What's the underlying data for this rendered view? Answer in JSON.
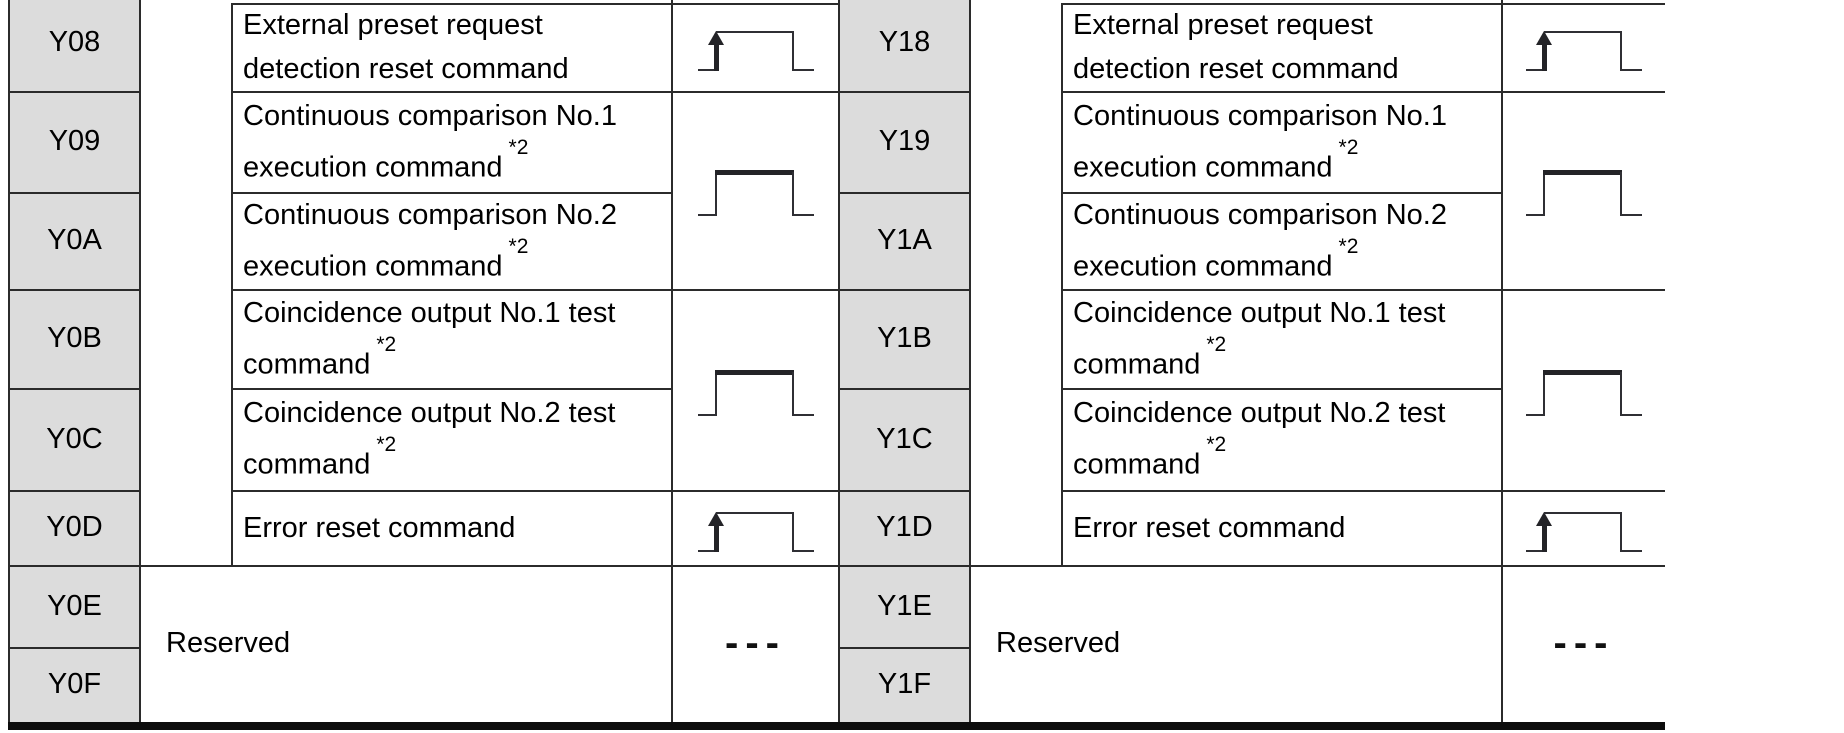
{
  "style": {
    "background": "#ffffff",
    "signal_cell_fill": "#dcdcdc",
    "grid_line_color": "#2b2b2b",
    "text_color": "#000000",
    "bottom_border_color": "#0d0d0d"
  },
  "tables": [
    {
      "id": "left",
      "signal_column": [
        "Y08",
        "Y09",
        "Y0A",
        "Y0B",
        "Y0C",
        "Y0D",
        "Y0E",
        "Y0F"
      ],
      "rows": [
        {
          "line1": "External preset request",
          "line2": "detection reset command",
          "note": "",
          "timing": "rising-edge-pulse"
        },
        {
          "line1": "Continuous comparison No.1",
          "line2": "execution command",
          "note": "*2",
          "timing": "level-pulse-shared"
        },
        {
          "line1": "Continuous comparison No.2",
          "line2": "execution command",
          "note": "*2",
          "timing": "level-pulse-shared"
        },
        {
          "line1": "Coincidence output No.1 test",
          "line2": "command",
          "note": "*2",
          "timing": "level-pulse-shared"
        },
        {
          "line1": "Coincidence output No.2 test",
          "line2": "command",
          "note": "*2",
          "timing": "level-pulse-shared"
        },
        {
          "line1": "Error reset command",
          "line2": "",
          "note": "",
          "timing": "rising-edge-pulse"
        }
      ],
      "reserved_label": "Reserved",
      "reserved_timing_label": "---"
    },
    {
      "id": "right",
      "signal_column": [
        "Y18",
        "Y19",
        "Y1A",
        "Y1B",
        "Y1C",
        "Y1D",
        "Y1E",
        "Y1F"
      ],
      "rows": [
        {
          "line1": "External preset request",
          "line2": "detection reset command",
          "note": "",
          "timing": "rising-edge-pulse"
        },
        {
          "line1": "Continuous comparison No.1",
          "line2": "execution command",
          "note": "*2",
          "timing": "level-pulse-shared"
        },
        {
          "line1": "Continuous comparison No.2",
          "line2": "execution command",
          "note": "*2",
          "timing": "level-pulse-shared"
        },
        {
          "line1": "Coincidence output No.1 test",
          "line2": "command",
          "note": "*2",
          "timing": "level-pulse-shared"
        },
        {
          "line1": "Coincidence output No.2 test",
          "line2": "command",
          "note": "*2",
          "timing": "level-pulse-shared"
        },
        {
          "line1": "Error reset command",
          "line2": "",
          "note": "",
          "timing": "rising-edge-pulse"
        }
      ],
      "reserved_label": "Reserved",
      "reserved_timing_label": "---"
    }
  ]
}
